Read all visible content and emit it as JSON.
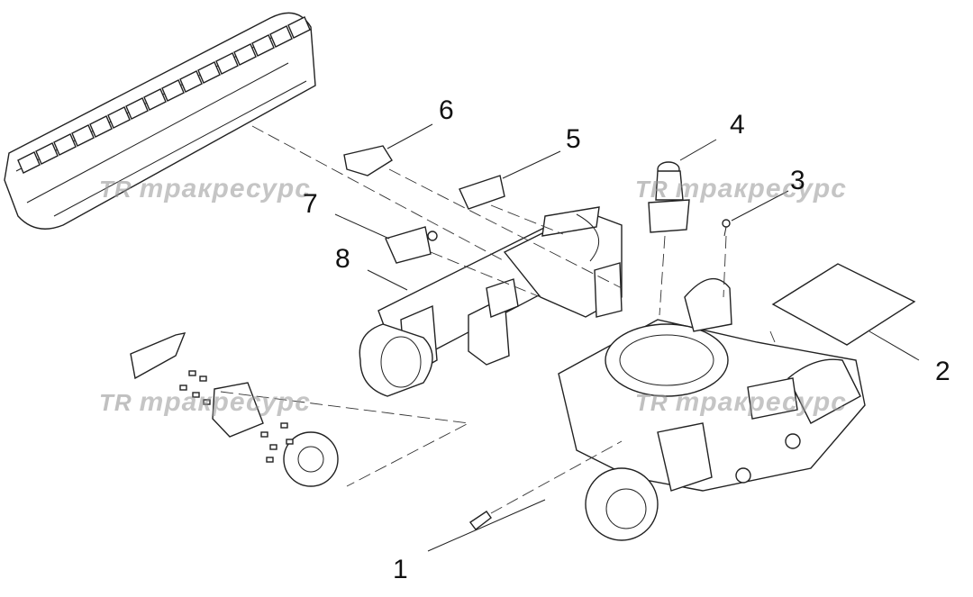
{
  "callouts": {
    "c1": "1",
    "c2": "2",
    "c3": "3",
    "c4": "4",
    "c5": "5",
    "c6": "6",
    "c7": "7",
    "c8": "8"
  },
  "watermark": {
    "logo": "TR",
    "text": "тракресурс"
  },
  "colors": {
    "line": "#222222",
    "watermark": "#969696",
    "background": "#ffffff"
  }
}
